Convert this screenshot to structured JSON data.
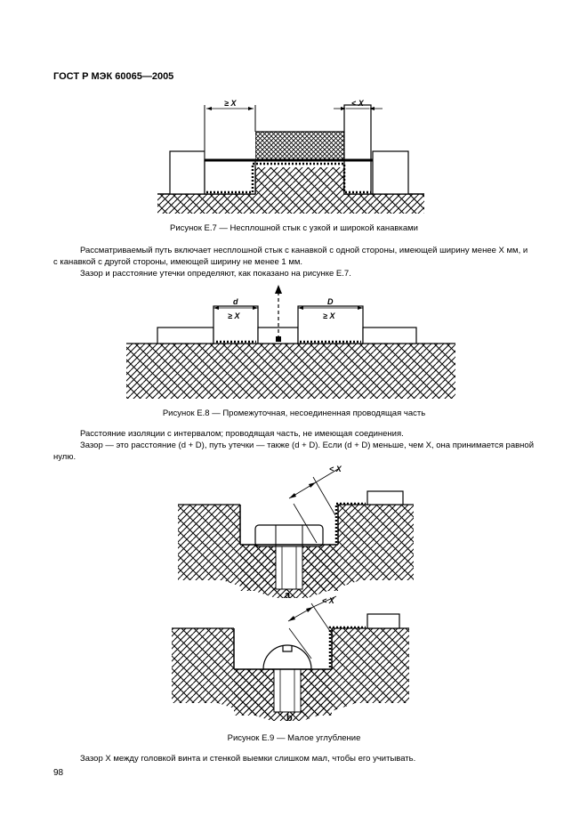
{
  "header": {
    "title": "ГОСТ Р МЭК 60065—2005"
  },
  "figure_e7": {
    "caption": "Рисунок Е.7 — Несплошной стык с узкой и широкой канавками",
    "dim_left": "≥ X",
    "dim_right": "< X"
  },
  "text1": {
    "p1": "Рассматриваемый путь включает несплошной стык с канавкой с одной стороны, имеющей ширину менее X мм, и с канавкой с другой стороны, имеющей ширину не менее 1 мм.",
    "p2": "Зазор и расстояние утечки определяют, как показано на рисунке Е.7."
  },
  "figure_e8": {
    "caption": "Рисунок Е.8 — Промежуточная, несоединенная проводящая часть",
    "label_d": "d",
    "label_D": "D",
    "dim_left": "≥ X",
    "dim_right": "≥ X"
  },
  "text2": {
    "p1": "Расстояние изоляции с интервалом; проводящая часть, не имеющая соединения.",
    "p2": "Зазор — это расстояние (d + D), путь утечки — также (d + D). Если (d + D) меньше, чем X, она принимается равной нулю."
  },
  "figure_e9": {
    "dim_a": "< X",
    "dim_b": "< X",
    "label_a": "a",
    "label_b": "b",
    "caption": "Рисунок Е.9 — Малое углубление"
  },
  "text3": {
    "p1": "Зазор X между головкой винта и стенкой выемки слишком мал, чтобы его учитывать."
  },
  "page_number": "98"
}
